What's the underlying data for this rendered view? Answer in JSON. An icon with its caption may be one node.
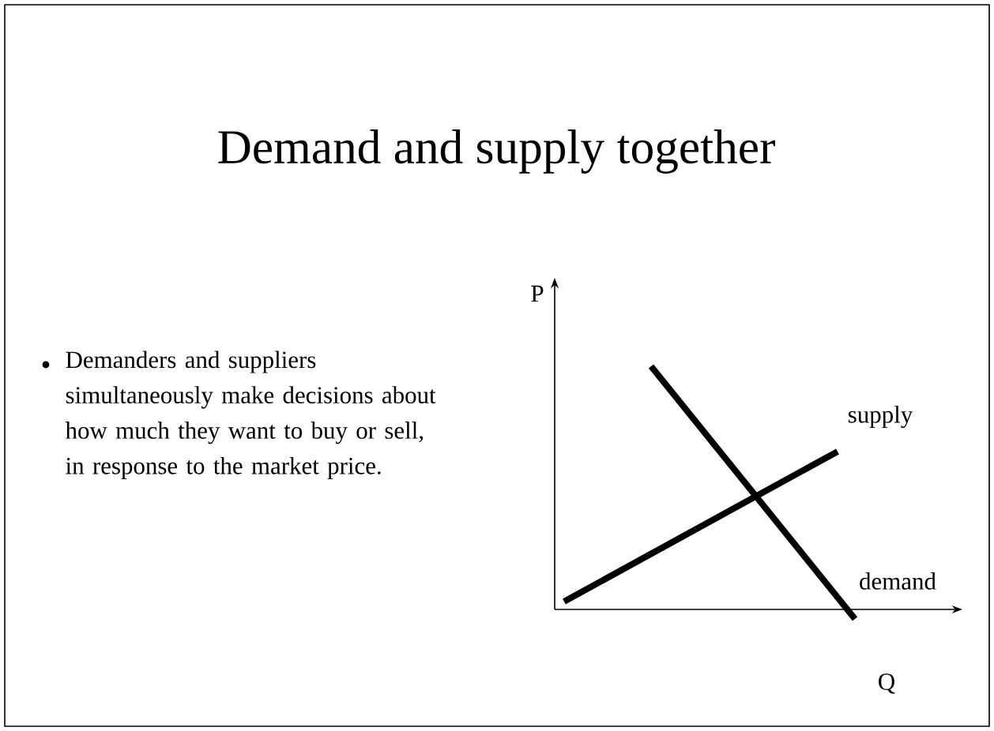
{
  "diagram": {
    "title": "Demand and supply together",
    "labels": [
      "Demanders and suppliers simultaneously make decisions about how much they want to buy or sell, in response to the market price.",
      "P",
      "supply",
      "demand",
      "Q"
    ]
  }
}
